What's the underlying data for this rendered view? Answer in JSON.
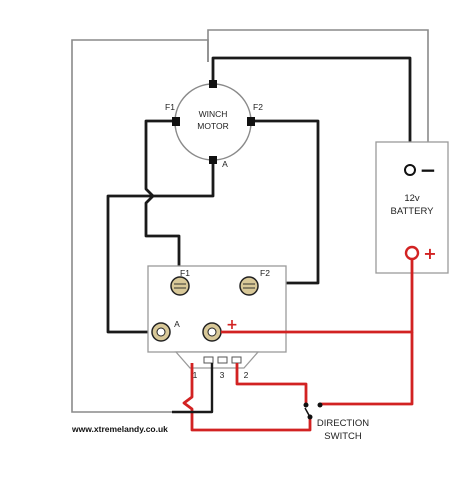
{
  "motor": {
    "label_line1": "WINCH",
    "label_line2": "MOTOR",
    "terminal_f1": "F1",
    "terminal_f2": "F2",
    "terminal_a": "A"
  },
  "battery": {
    "voltage": "12v",
    "label": "BATTERY",
    "negative_sign": "−",
    "positive_sign": "+"
  },
  "solenoid": {
    "terminal_f1": "F1",
    "terminal_f2": "F2",
    "terminal_a": "A",
    "positive_sign": "+",
    "pin_1": "1",
    "pin_2": "2",
    "pin_3": "3"
  },
  "switch": {
    "label_line1": "DIRECTION",
    "label_line2": "SWITCH"
  },
  "website": "www.xtremelandy.co.uk",
  "colors": {
    "wire_black": "#1a1a1a",
    "wire_red": "#d22222",
    "frame_gray": "#8a8a8a",
    "box_gray": "#9a9a9a",
    "terminal_brass": "#d8c898"
  }
}
